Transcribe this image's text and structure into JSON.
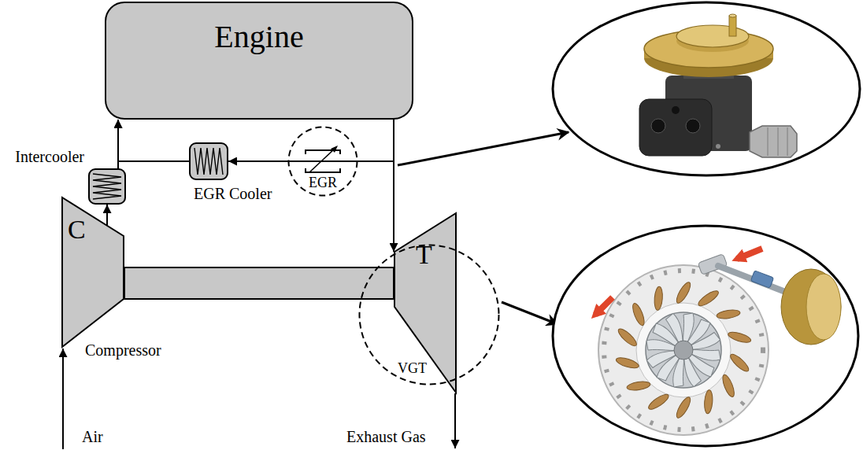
{
  "diagram": {
    "nodes": [
      {
        "text": [
          "Engine"
        ]
      },
      {
        "text": [
          "Intercooler"
        ]
      },
      {
        "text": [
          "EGR Cooler"
        ]
      },
      {
        "text": [
          "EGR"
        ]
      },
      {
        "text": [
          "C",
          "Compressor"
        ]
      },
      {
        "text": [
          "T"
        ]
      },
      {
        "text": [
          "VGT"
        ]
      }
    ],
    "edges": [
      {
        "from": 4,
        "to": 1,
        "arrow": "to"
      },
      {
        "from": 1,
        "to": 0,
        "arrow": "to"
      },
      {
        "from": 2,
        "to": 0,
        "arrow": "to"
      },
      {
        "from": 0,
        "to": 3,
        "arrow": "none"
      },
      {
        "from": 3,
        "to": 2,
        "arrow": "to"
      },
      {
        "from": 0,
        "to": 5,
        "arrow": "to"
      }
    ],
    "labels": [
      "Air",
      "Exhaust Gas"
    ]
  }
}
